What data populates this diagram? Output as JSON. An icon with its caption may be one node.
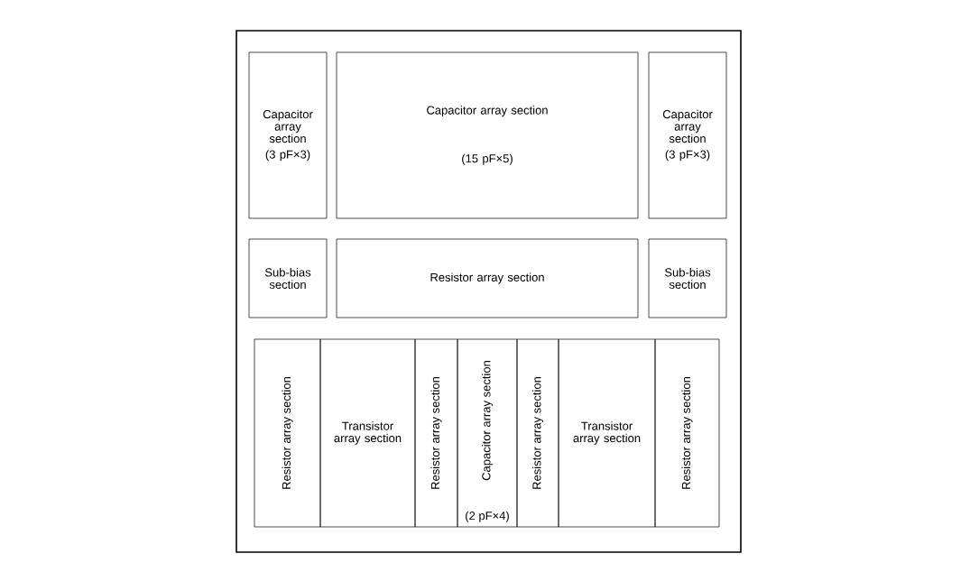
{
  "diagram": {
    "nodes": [
      {
        "text": [],
        "shape": "box"
      },
      {
        "text": [
          "Capacitor array section",
          "(3 pF×3)"
        ],
        "in": 0
      },
      {
        "text": [
          "Capacitor array section",
          "(15 pF×5)"
        ],
        "in": 0
      },
      {
        "text": [
          "Capacitor array section",
          "(3 pF×3)"
        ],
        "in": 0
      },
      {
        "text": [
          "Sub-bias section"
        ],
        "in": 0
      },
      {
        "text": [
          "Resistor array section"
        ],
        "in": 0
      },
      {
        "text": [
          "Sub-bias section"
        ],
        "in": 0
      },
      {
        "text": [
          "Resistor array section"
        ],
        "in": 0
      },
      {
        "text": [
          "Transistor array section"
        ],
        "in": 0
      },
      {
        "text": [
          "Resistor array section"
        ],
        "in": 0
      },
      {
        "text": [
          "Capacitor array section",
          "(2 pF×4)"
        ],
        "in": 0
      },
      {
        "text": [
          "Resistor array section"
        ],
        "in": 0
      },
      {
        "text": [
          "Transistor array section"
        ],
        "in": 0
      },
      {
        "text": [
          "Resistor array section"
        ],
        "in": 0
      }
    ]
  }
}
